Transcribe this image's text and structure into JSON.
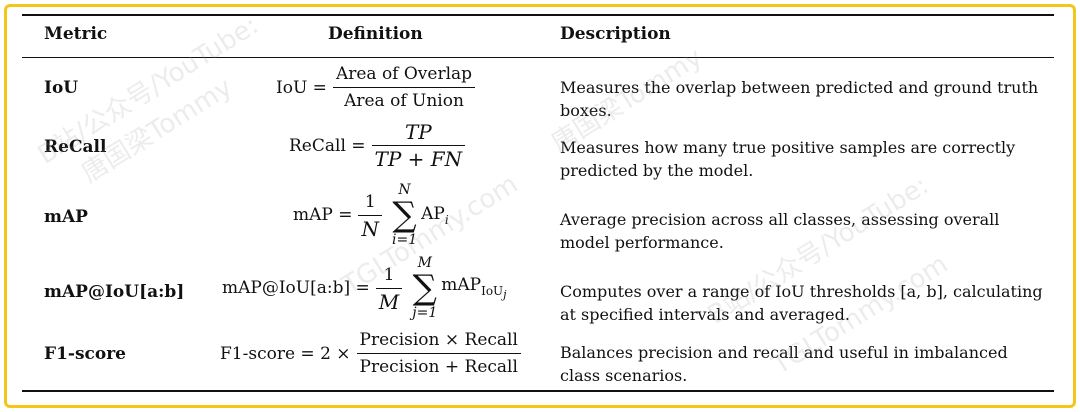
{
  "headers": {
    "metric": "Metric",
    "definition": "Definition",
    "description": "Description"
  },
  "rows": [
    {
      "metric": "IoU",
      "formula": {
        "lhs": "IoU =",
        "num": "Area of Overlap",
        "den": "Area of Union"
      },
      "description": "Measures the overlap between predicted and ground truth boxes."
    },
    {
      "metric": "ReCall",
      "formula": {
        "lhs": "ReCall =",
        "num": "TP",
        "den": "TP + FN"
      },
      "description": "Measures how many true positive samples are correctly predicted by the model."
    },
    {
      "metric": "mAP",
      "formula": {
        "lhs": "mAP =",
        "num": "1",
        "den": "N",
        "sum_top": "N",
        "sum_bottom": "i=1",
        "term": "AP",
        "term_sub": "i"
      },
      "description": "Average precision across all classes, assessing overall model performance."
    },
    {
      "metric": "mAP@IoU[a:b]",
      "formula": {
        "lhs": "mAP@IoU[a:b] =",
        "num": "1",
        "den": "M",
        "sum_top": "M",
        "sum_bottom": "j=1",
        "term": "mAP",
        "term_sub": "IoU",
        "term_sub2": "j"
      },
      "description": "Computes over a range of IoU thresholds [a, b], calculating at specified intervals and averaged."
    },
    {
      "metric": "F1-score",
      "formula": {
        "lhs": "F1-score = 2 ×",
        "num": "Precision × Recall",
        "den": "Precision + Recall"
      },
      "description": "Balances precision and recall and useful in imbalanced class scenarios."
    }
  ],
  "watermarks": [
    "B站/公众号/YouTube:",
    "唐国梁Tommy",
    "TGLTommy.com"
  ],
  "colors": {
    "frame": "#f5c61a",
    "text": "#111111"
  }
}
